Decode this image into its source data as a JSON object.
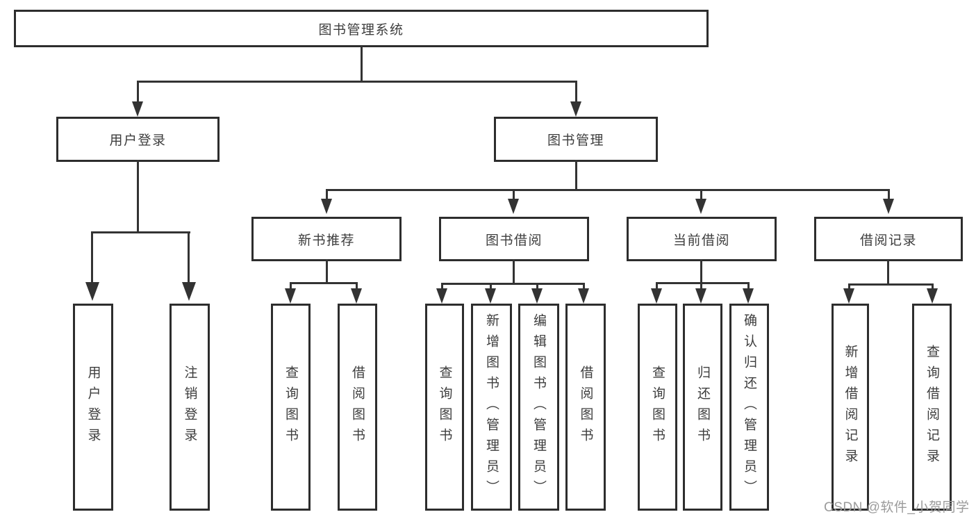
{
  "tree": {
    "root": {
      "label": "图书管理系统"
    },
    "branches": [
      {
        "label": "用户登录",
        "children": [
          {
            "label": "用户登录"
          },
          {
            "label": "注销登录"
          }
        ]
      },
      {
        "label": "图书管理",
        "children": [
          {
            "label": "新书推荐",
            "children": [
              {
                "label": "查询图书"
              },
              {
                "label": "借阅图书"
              }
            ]
          },
          {
            "label": "图书借阅",
            "children": [
              {
                "label": "查询图书"
              },
              {
                "label": "新增图书（管理员）"
              },
              {
                "label": "编辑图书（管理员）"
              },
              {
                "label": "借阅图书"
              }
            ]
          },
          {
            "label": "当前借阅",
            "children": [
              {
                "label": "查询图书"
              },
              {
                "label": "归还图书"
              },
              {
                "label": "确认归还（管理员）"
              }
            ]
          },
          {
            "label": "借阅记录",
            "children": [
              {
                "label": "新增借阅记录"
              },
              {
                "label": "查询借阅记录"
              }
            ]
          }
        ]
      }
    ]
  },
  "watermark": "CSDN @软件_小贺同学",
  "colors": {
    "background": "#ffffff",
    "line": "#333333",
    "box_border": "#2d2d2d",
    "text": "#3d3d3d",
    "watermark": "#9b9b9b"
  }
}
